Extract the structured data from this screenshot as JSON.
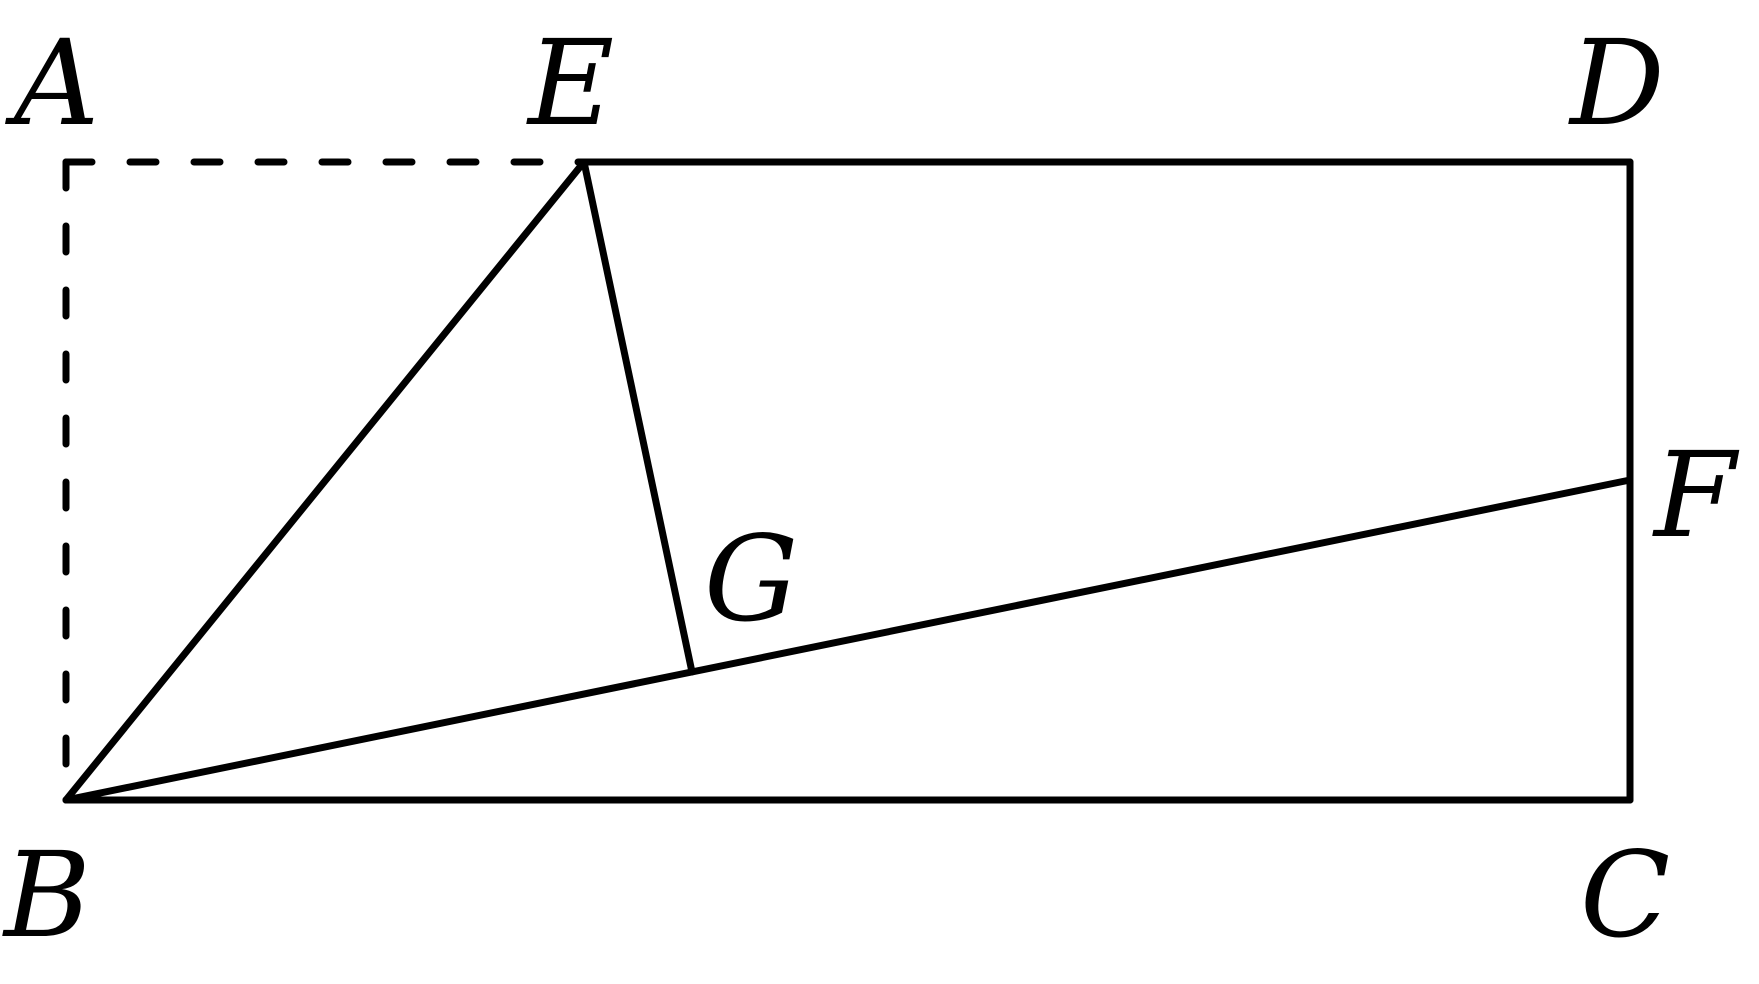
{
  "figure": {
    "vertices": {
      "A": "A",
      "B": "B",
      "C": "C",
      "D": "D",
      "E": "E",
      "F": "F",
      "G": "G"
    },
    "segments": [
      {
        "id": "AE",
        "from": "A",
        "to": "E",
        "style": "dashed"
      },
      {
        "id": "AB",
        "from": "A",
        "to": "B",
        "style": "dashed"
      },
      {
        "id": "ED",
        "from": "E",
        "to": "D",
        "style": "solid"
      },
      {
        "id": "DC",
        "from": "D",
        "to": "C",
        "style": "solid"
      },
      {
        "id": "BC",
        "from": "B",
        "to": "C",
        "style": "solid"
      },
      {
        "id": "BE",
        "from": "B",
        "to": "E",
        "style": "solid"
      },
      {
        "id": "BF",
        "from": "B",
        "to": "F",
        "style": "solid"
      },
      {
        "id": "EG",
        "from": "E",
        "to": "G",
        "style": "solid"
      }
    ]
  }
}
